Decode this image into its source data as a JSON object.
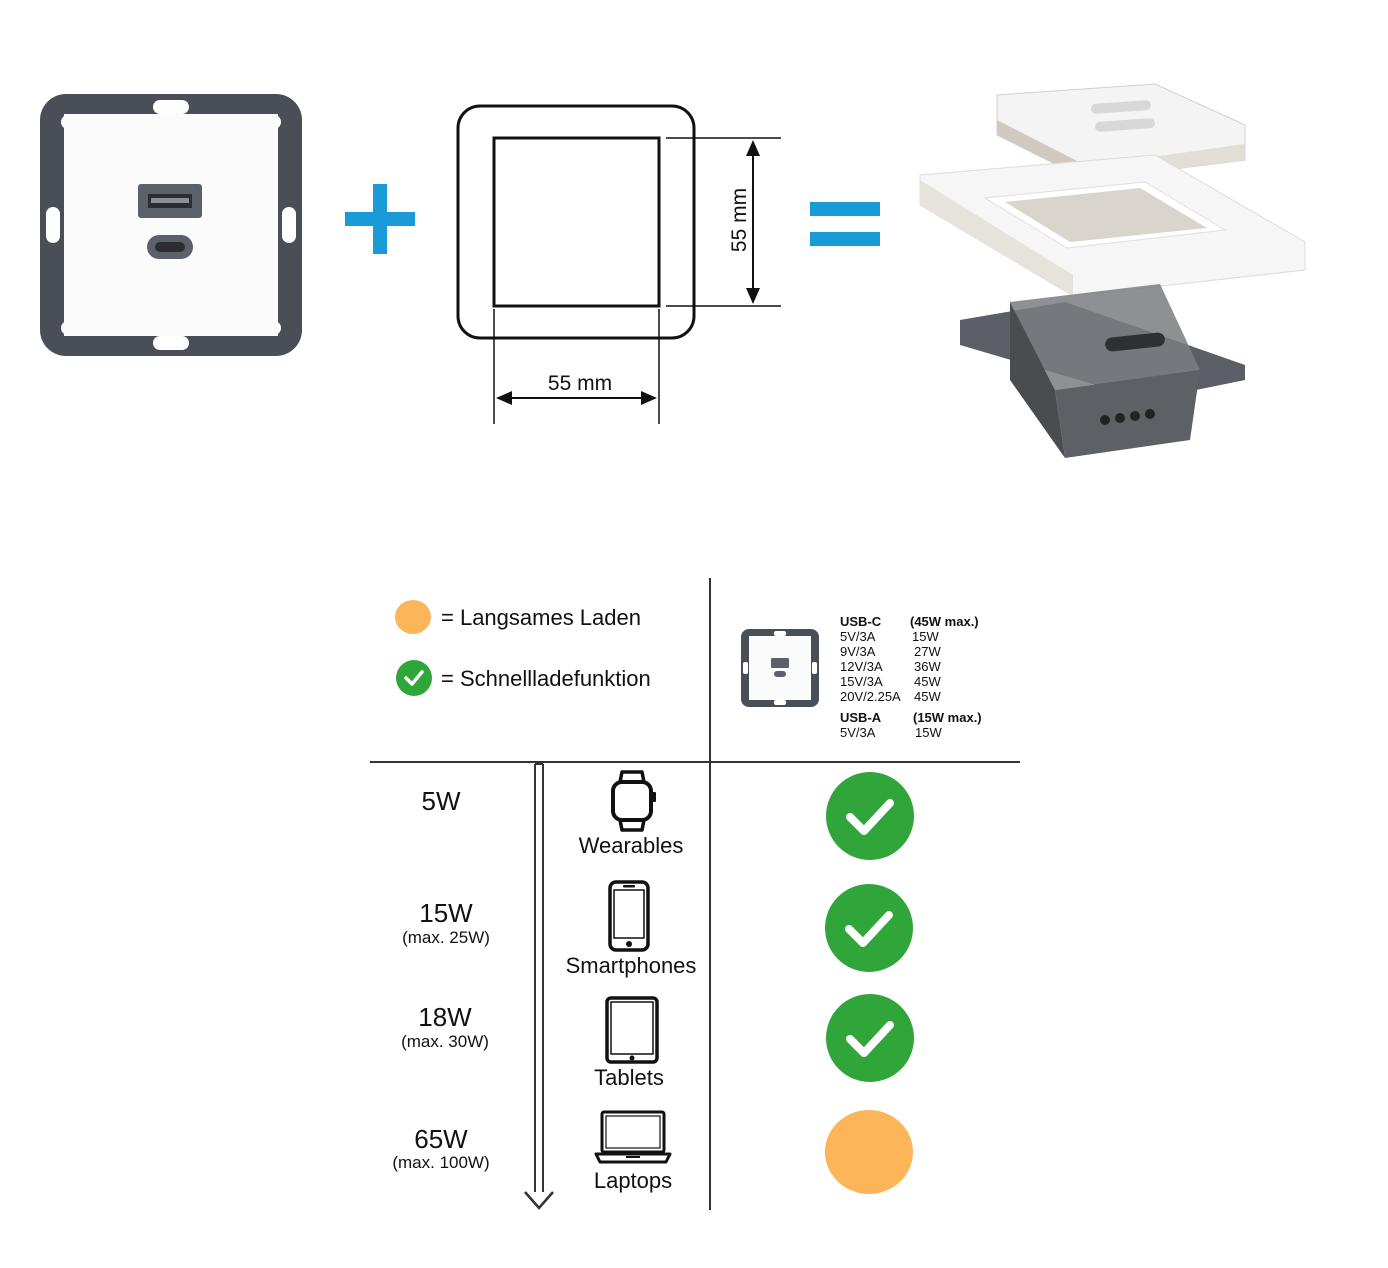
{
  "top": {
    "frame_width_label": "55 mm",
    "frame_height_label": "55 mm",
    "plus_color": "#1a9ad6",
    "equals_color": "#1a9ad6"
  },
  "legend": {
    "slow_label": "= Langsames Laden",
    "fast_label": "= Schnellladefunktion",
    "slow_color": "#fdb55a",
    "fast_color": "#2fa53a"
  },
  "specs": {
    "usbc_title": "USB-C",
    "usbc_max": "(45W max.)",
    "usbc_rows": [
      {
        "voltage": "5V/3A",
        "power": "15W"
      },
      {
        "voltage": "9V/3A",
        "power": "27W"
      },
      {
        "voltage": "12V/3A",
        "power": "36W"
      },
      {
        "voltage": "15V/3A",
        "power": "45W"
      },
      {
        "voltage": "20V/2.25A",
        "power": "45W"
      }
    ],
    "usba_title": "USB-A",
    "usba_max": "(15W max.)",
    "usba_rows": [
      {
        "voltage": "5V/3A",
        "power": "15W"
      }
    ]
  },
  "rows": [
    {
      "watt": "5W",
      "sub": "",
      "device": "Wearables",
      "icon": "watch-icon",
      "status": "fast"
    },
    {
      "watt": "15W",
      "sub": "(max. 25W)",
      "device": "Smartphones",
      "icon": "smartphone-icon",
      "status": "fast"
    },
    {
      "watt": "18W",
      "sub": "(max. 30W)",
      "device": "Tablets",
      "icon": "tablet-icon",
      "status": "fast"
    },
    {
      "watt": "65W",
      "sub": "(max. 100W)",
      "device": "Laptops",
      "icon": "laptop-icon",
      "status": "slow"
    }
  ]
}
